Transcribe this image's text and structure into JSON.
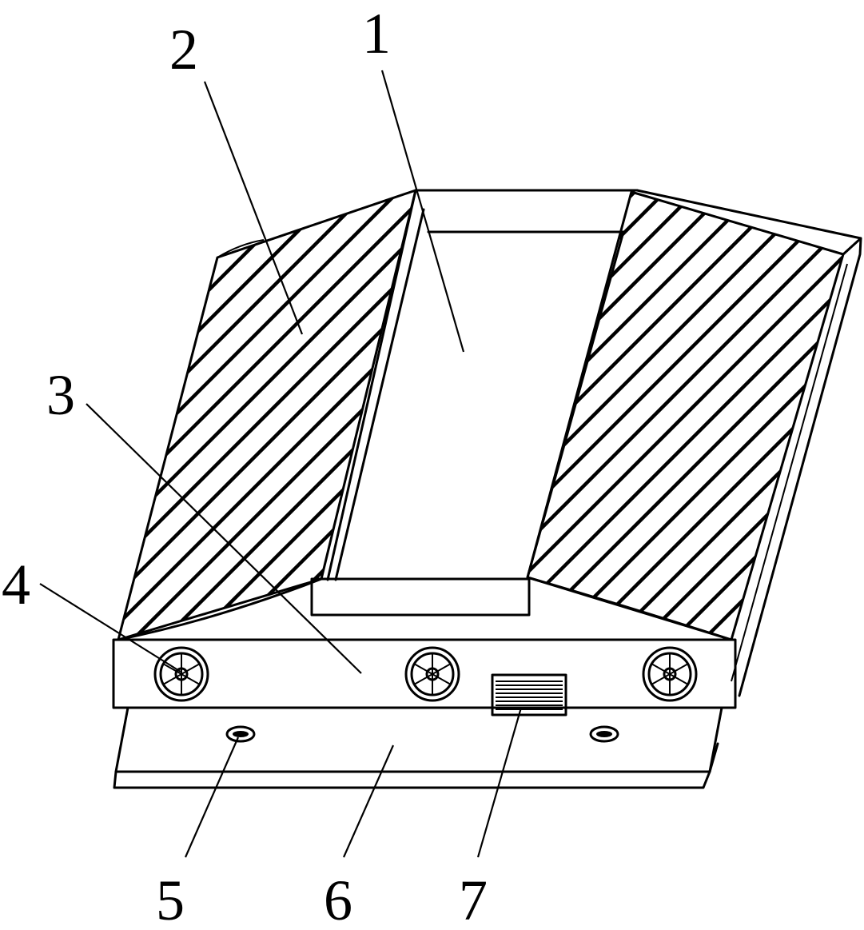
{
  "figure": {
    "callouts": [
      {
        "id": "c1",
        "number": "1",
        "component": "frame-opening"
      },
      {
        "id": "c2",
        "number": "2",
        "component": "left-hatched-panel"
      },
      {
        "id": "c3",
        "number": "3",
        "component": "base-box"
      },
      {
        "id": "c4",
        "number": "4",
        "component": "left-fan"
      },
      {
        "id": "c5",
        "number": "5",
        "component": "mounting-hole"
      },
      {
        "id": "c6",
        "number": "6",
        "component": "base-plate"
      },
      {
        "id": "c7",
        "number": "7",
        "component": "switch"
      }
    ]
  }
}
